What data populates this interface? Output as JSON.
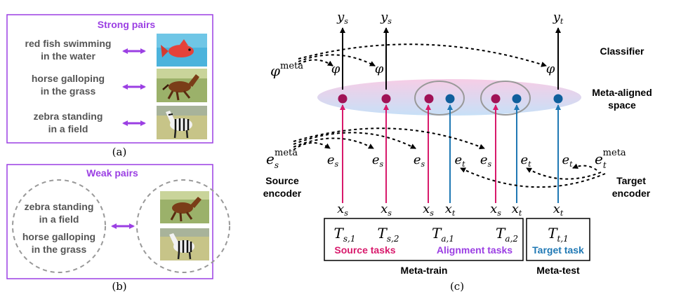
{
  "panel_a": {
    "title": "Strong pairs",
    "caption": "(a)",
    "rows": [
      {
        "line1": "red fish swimming",
        "line2": "in the water",
        "image": "red-fish-photo"
      },
      {
        "line1": "horse galloping",
        "line2": "in the grass",
        "image": "horse-photo"
      },
      {
        "line1": "zebra standing",
        "line2": "in a field",
        "image": "zebra-photo"
      }
    ]
  },
  "panel_b": {
    "title": "Weak pairs",
    "caption": "(b)",
    "texts": [
      {
        "line1": "zebra standing",
        "line2": "in a field"
      },
      {
        "line1": "horse galloping",
        "line2": "in the grass"
      }
    ],
    "images": [
      "horse-photo",
      "zebra-photo"
    ]
  },
  "panel_c": {
    "caption": "(c)",
    "classifier_label": "Classifier",
    "space_label_line1": "Meta-aligned",
    "space_label_line2": "space",
    "source_encoder_line1": "Source",
    "source_encoder_line2": "encoder",
    "target_encoder_line1": "Target",
    "target_encoder_line2": "encoder",
    "phi_meta": {
      "base": "φ",
      "sup": "meta"
    },
    "phi": "φ",
    "e_s_meta": {
      "base": "e",
      "sub": "s",
      "sup": "meta"
    },
    "e_t_meta": {
      "base": "e",
      "sub": "t",
      "sup": "meta"
    },
    "outputs": [
      {
        "base": "y",
        "sub": "s"
      },
      {
        "base": "y",
        "sub": "s"
      },
      {
        "base": "y",
        "sub": "t"
      }
    ],
    "embeddings": [
      {
        "base": "e",
        "sub": "s"
      },
      {
        "base": "e",
        "sub": "s"
      },
      {
        "base": "e",
        "sub": "s"
      },
      {
        "base": "e",
        "sub": "t"
      },
      {
        "base": "e",
        "sub": "s"
      },
      {
        "base": "e",
        "sub": "t"
      },
      {
        "base": "e",
        "sub": "t"
      }
    ],
    "inputs": [
      {
        "base": "x",
        "sub": "s"
      },
      {
        "base": "x",
        "sub": "s"
      },
      {
        "base": "x",
        "sub": "s"
      },
      {
        "base": "x",
        "sub": "t"
      },
      {
        "base": "x",
        "sub": "s"
      },
      {
        "base": "x",
        "sub": "t"
      },
      {
        "base": "x",
        "sub": "t"
      }
    ],
    "tasks": [
      {
        "base": "T",
        "sub": "s,1"
      },
      {
        "base": "T",
        "sub": "s,2"
      },
      {
        "base": "T",
        "sub": "a,1"
      },
      {
        "base": "T",
        "sub": "a,2"
      },
      {
        "base": "T",
        "sub": "t,1"
      }
    ],
    "source_tasks_label": "Source tasks",
    "alignment_tasks_label": "Alignment tasks",
    "target_task_label": "Target task",
    "meta_train_label": "Meta-train",
    "meta_test_label": "Meta-test",
    "colors": {
      "source": "#d8196b",
      "target": "#1f78b4",
      "dot_source": "#a01256",
      "dot_target": "#0f5f9c",
      "purple": "#9b3fe3",
      "gray": "#999999"
    }
  }
}
